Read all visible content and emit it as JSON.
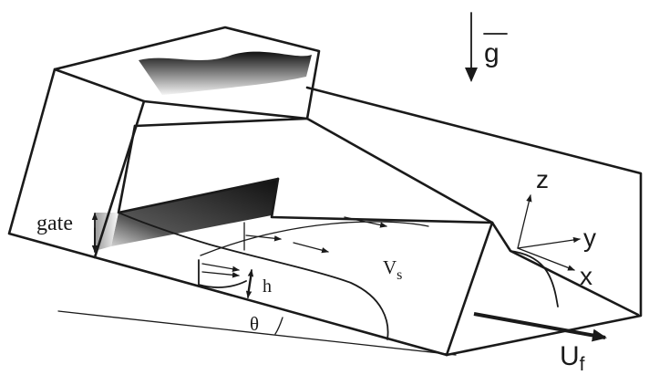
{
  "labels": {
    "gravity": "g",
    "gate": "gate",
    "height": "h",
    "angle": "θ",
    "velocity_main": "V",
    "velocity_sub": "s",
    "front_main": "U",
    "front_sub": "f",
    "axis_x": "x",
    "axis_y": "y",
    "axis_z": "z"
  },
  "colors": {
    "stroke": "#1a1a1a",
    "shade_dark": "#1c1c1c",
    "shade_light": "#f2f2f2"
  }
}
